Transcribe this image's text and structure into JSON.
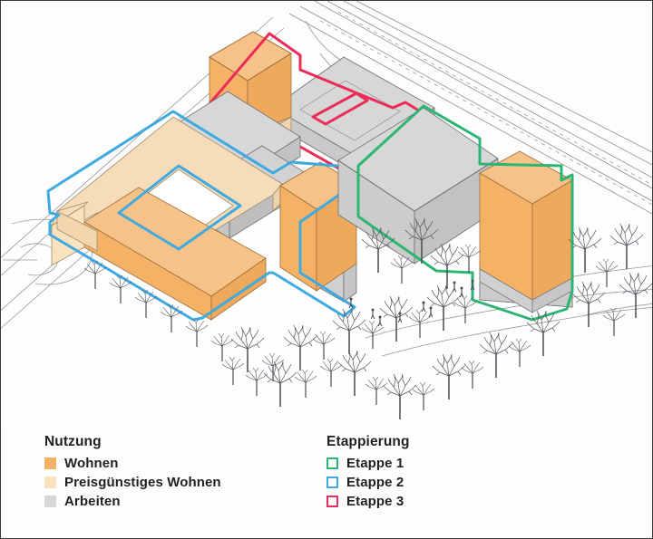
{
  "figure": {
    "type": "isometric-axonometric-massing-diagram",
    "description": "Isometrische Darstellung eines staedtebaulichen Projekts mit Nutzungen und Etappierung",
    "background_color": "#fdfdfd",
    "frame_color": "#3a3a3a"
  },
  "legend": {
    "nutzung": {
      "title": "Nutzung",
      "items": [
        {
          "label": "Wohnen",
          "swatch_fill": "#F5B266",
          "swatch_stroke": "#F5B266",
          "style": "filled"
        },
        {
          "label": "Preisgünstiges Wohnen",
          "swatch_fill": "#FBE2BE",
          "swatch_stroke": "#FBE2BE",
          "style": "filled"
        },
        {
          "label": "Arbeiten",
          "swatch_fill": "#D7D7D7",
          "swatch_stroke": "#D7D7D7",
          "style": "filled"
        }
      ]
    },
    "etappierung": {
      "title": "Etappierung",
      "items": [
        {
          "label": "Etappe 1",
          "swatch_fill": "#ffffff",
          "swatch_stroke": "#2BB673",
          "style": "outline"
        },
        {
          "label": "Etappe 2",
          "swatch_fill": "#ffffff",
          "swatch_stroke": "#3FA9E0",
          "style": "outline"
        },
        {
          "label": "Etappe 3",
          "swatch_fill": "#ffffff",
          "swatch_stroke": "#EC2C58",
          "style": "outline"
        }
      ]
    }
  },
  "palette": {
    "wohnen": "#F5B266",
    "wohnen_stroke": "#B07B3C",
    "preisguenstig": "#FBE2BE",
    "preisguenstig_stroke": "#BFA276",
    "arbeiten": "#D7D7D7",
    "arbeiten_stroke": "#7A7A7A",
    "etappe1": "#2BB673",
    "etappe2": "#3FA9E0",
    "etappe3": "#EC2C58",
    "site_line": "#9a9a9a",
    "tree": "#4a4a52"
  },
  "site": {
    "roads": "parallel diagonal street and rail lines at upper right",
    "turning_circle": "roundabout at left edge",
    "tree_rows": "bare deciduous street trees along the south edge and park",
    "figures": "small pedestrian silhouettes on the promenade"
  },
  "volumes": [
    {
      "name": "west-block-courtyard",
      "use": "Wohnen / Preisgünstiges Wohnen",
      "etappe": "Etappe 2"
    },
    {
      "name": "central-slab",
      "use": "Arbeiten",
      "etappe": "Etappe 2"
    },
    {
      "name": "central-tower",
      "use": "Wohnen",
      "etappe": "Etappe 2"
    },
    {
      "name": "north-tower",
      "use": "Wohnen / Preisgünstiges Wohnen",
      "etappe": "Etappe 3"
    },
    {
      "name": "north-slab",
      "use": "Arbeiten",
      "etappe": "Etappe 3"
    },
    {
      "name": "east-block",
      "use": "Arbeiten",
      "etappe": "Etappe 1"
    },
    {
      "name": "east-tower",
      "use": "Wohnen",
      "etappe": "Etappe 1"
    }
  ]
}
